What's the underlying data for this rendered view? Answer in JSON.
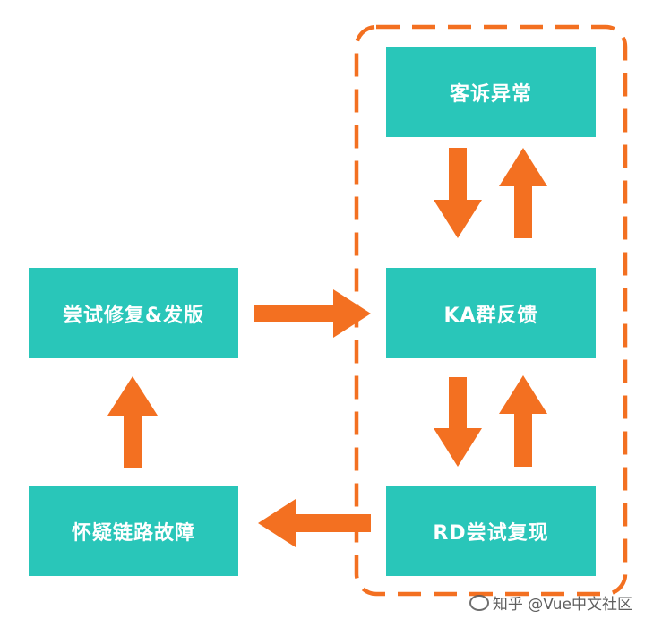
{
  "nodes": {
    "complaint": "客诉异常",
    "ka_feedback": "KA群反馈",
    "rd_reproduce": "RD尝试复现",
    "fix_release": "尝试修复&发版",
    "suspect_link": "怀疑链路故障"
  },
  "watermark": {
    "text": "知乎 @Vue中文社区"
  },
  "colors": {
    "box": "#29c6b9",
    "arrow": "#f37021",
    "dashed_border": "#f37021",
    "text": "#ffffff"
  }
}
